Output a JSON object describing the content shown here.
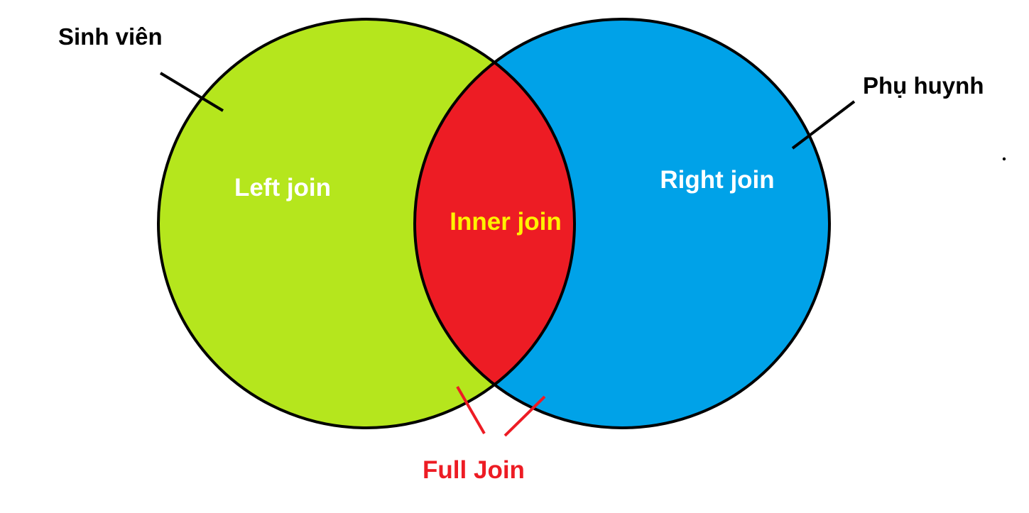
{
  "diagram": {
    "left_set_label": "Sinh viên",
    "right_set_label": "Phụ huynh",
    "left_region_label": "Left join",
    "right_region_label": "Right join",
    "intersection_label": "Inner join",
    "union_label": "Full Join"
  },
  "colors": {
    "left_circle": "#b5e61d",
    "right_circle": "#00a2e8",
    "intersection": "#ed1c24",
    "outline": "#000000",
    "region_text": "#ffffff",
    "intersection_text": "#fff200",
    "union_text": "#ed1c24",
    "union_pointer": "#ed1c24"
  }
}
